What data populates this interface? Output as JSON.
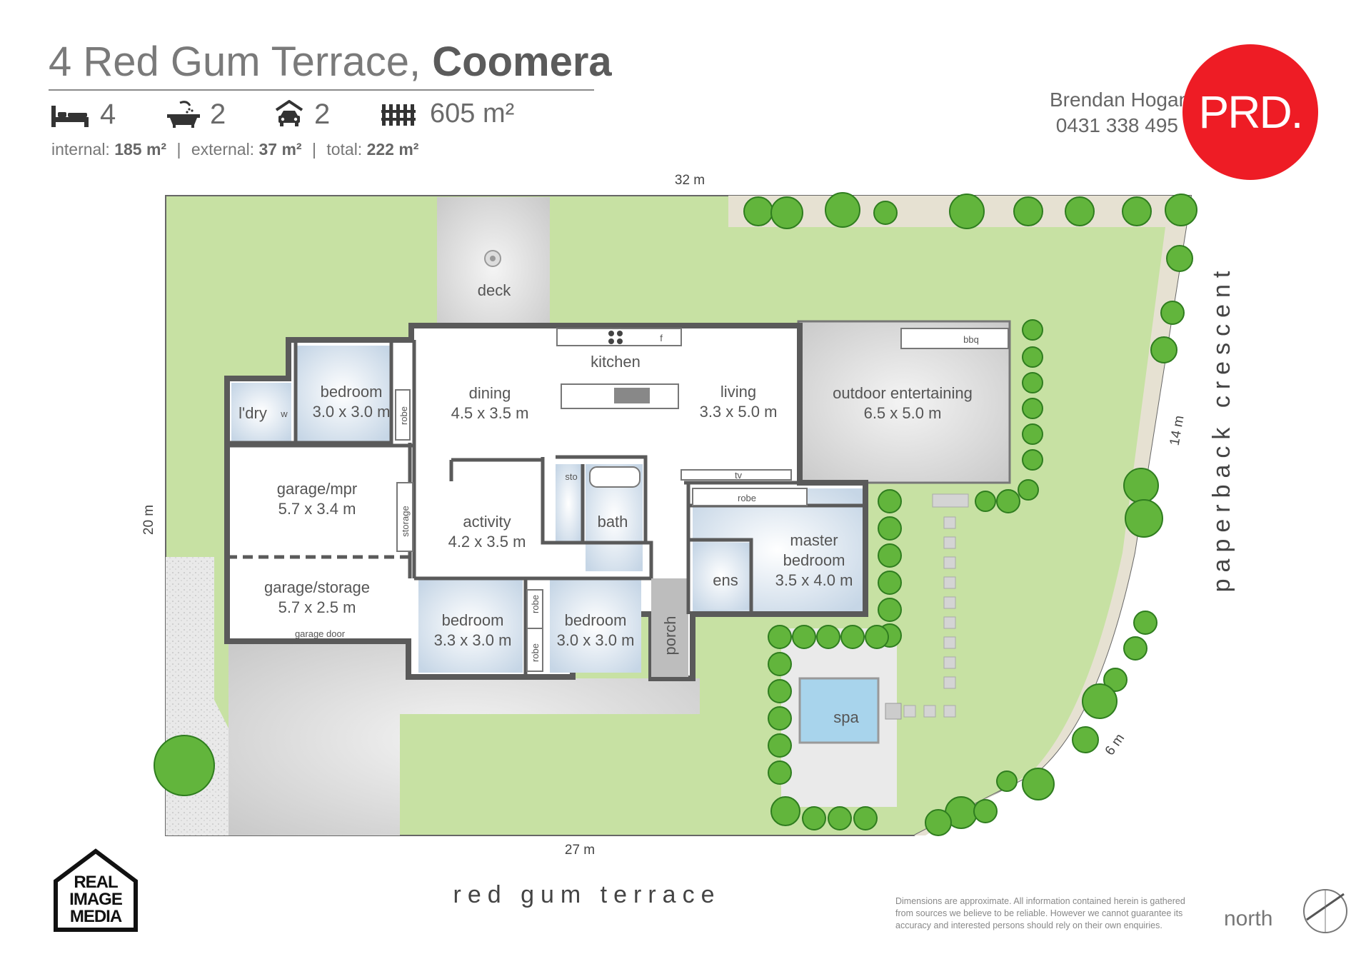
{
  "header": {
    "address_street": "4 Red Gum Terrace,",
    "address_suburb": "Coomera",
    "bedrooms": "4",
    "bathrooms": "2",
    "carspaces": "2",
    "land_area": "605 m²",
    "area_internal_label": "internal:",
    "area_internal_value": "185 m²",
    "area_external_label": "external:",
    "area_external_value": "37 m²",
    "area_total_label": "total:",
    "area_total_value": "222 m²",
    "separator": "|"
  },
  "agent": {
    "name": "Brendan Hogan",
    "phone": "0431 338 495",
    "brand": "PRD.",
    "brand_color": "#ee1c25"
  },
  "dimensions": {
    "top": "32 m",
    "bottom": "27 m",
    "left": "20 m",
    "right": "14 m",
    "corner": "6 m"
  },
  "streets": {
    "bottom": "red gum terrace",
    "right": "paperback crescent"
  },
  "rooms": {
    "deck": "deck",
    "kitchen": "kitchen",
    "dining_name": "dining",
    "dining_size": "4.5 x 3.5 m",
    "living_name": "living",
    "living_size": "3.3 x 5.0 m",
    "outdoor_name": "outdoor entertaining",
    "outdoor_size": "6.5 x 5.0 m",
    "bedroom1_name": "bedroom",
    "bedroom1_size": "3.0 x 3.0 m",
    "laundry": "l'dry",
    "garage_mpr_name": "garage/mpr",
    "garage_mpr_size": "5.7 x 3.4 m",
    "garage_storage_name": "garage/storage",
    "garage_storage_size": "5.7 x 2.5 m",
    "garage_door": "garage door",
    "activity_name": "activity",
    "activity_size": "4.2 x 3.5 m",
    "bath": "bath",
    "sto": "sto",
    "master_name_1": "master",
    "master_name_2": "bedroom",
    "master_size": "3.5 x 4.0 m",
    "ens": "ens",
    "bedroom2_name": "bedroom",
    "bedroom2_size": "3.3 x 3.0 m",
    "bedroom3_name": "bedroom",
    "bedroom3_size": "3.0 x 3.0 m",
    "porch": "porch",
    "spa": "spa",
    "robe": "robe",
    "storage": "storage",
    "tv": "tv",
    "fridge": "f",
    "bbq": "bbq",
    "washer": "w"
  },
  "footer": {
    "logo_line1": "REAL",
    "logo_line2": "IMAGE",
    "logo_line3": "MEDIA",
    "disclaimer_1": "Dimensions are approximate.  All information contained herein is gathered",
    "disclaimer_2": "from sources we believe to be reliable.  However we cannot guarantee its",
    "disclaimer_3": "accuracy and interested persons should rely on their own enquiries.",
    "north": "north"
  },
  "colors": {
    "lawn": "#c5e0a0",
    "garden_bed": "#e6e1d3",
    "paving": "#d6d6d6",
    "room_floor": "#ffffff",
    "bedroom_floor": "#dce6ef",
    "wall": "#555555",
    "text": "#5f5f5f",
    "tree": "#62b53c"
  },
  "icons": [
    "bed-icon",
    "bath-icon",
    "car-icon",
    "fence-icon"
  ]
}
